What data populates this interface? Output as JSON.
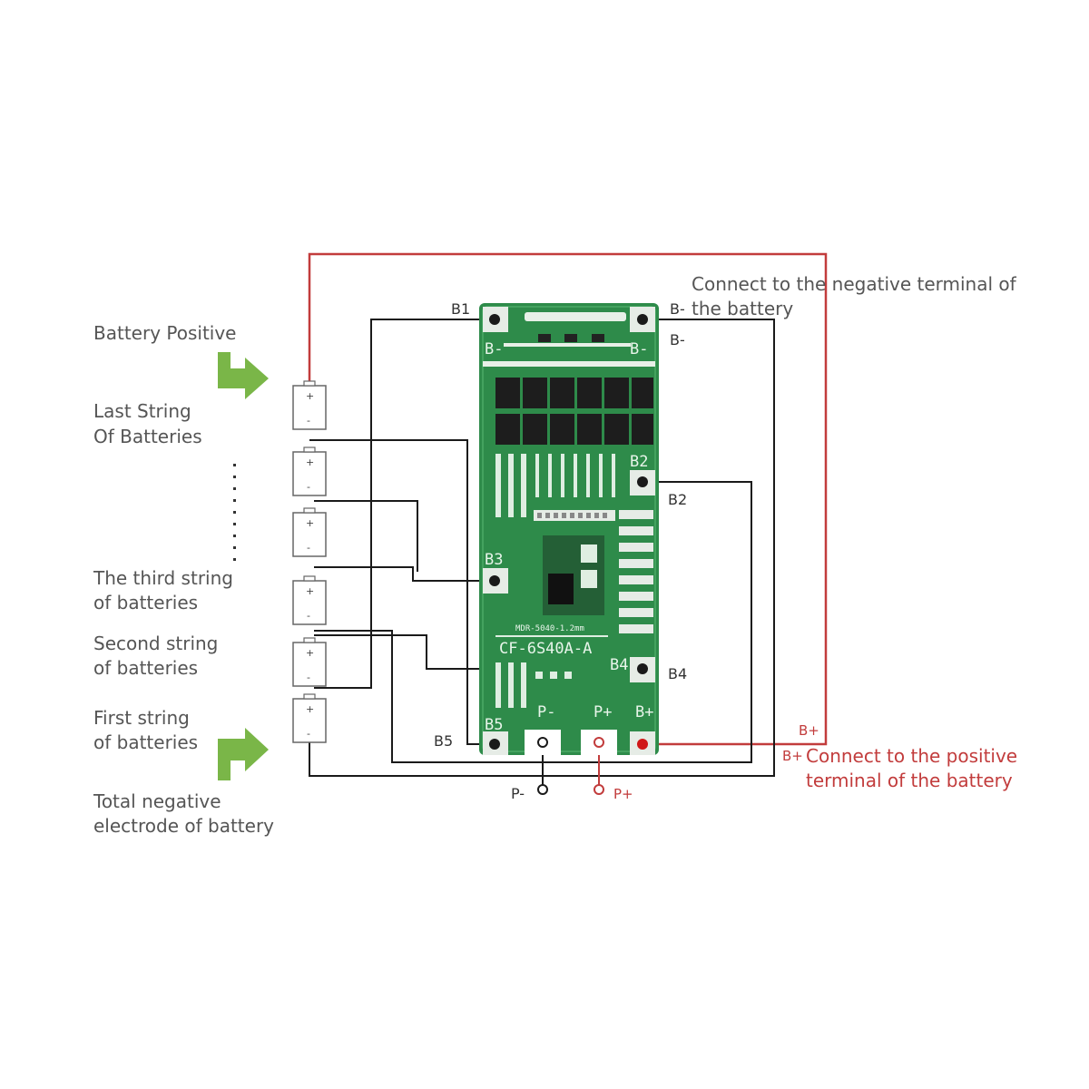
{
  "left_labels": {
    "battery_positive": "Battery Positive",
    "last_string_1": "Last String",
    "last_string_2": "Of Batteries",
    "third_string_1": "The third string",
    "third_string_2": "of batteries",
    "second_string_1": "Second string",
    "second_string_2": "of batteries",
    "first_string_1": "First string",
    "first_string_2": "of batteries",
    "total_negative_1": "Total negative",
    "total_negative_2": "electrode of battery"
  },
  "right_labels": {
    "neg_connect_1": "Connect to the negative terminal of",
    "neg_connect_prefix": "B-",
    "neg_connect_2": "the battery",
    "pos_connect_prefix": "B+",
    "pos_connect_1": "Connect to the positive",
    "pos_connect_2": "terminal of the battery"
  },
  "pad_labels": {
    "b1": "B1",
    "b_minus": "B-",
    "b2": "B2",
    "b3": "B3",
    "b4": "B4",
    "b5": "B5",
    "b_plus": "B+",
    "p_minus": "P-",
    "p_plus": "P+"
  },
  "board": {
    "model": "CF-6S40A-A",
    "small_print": "MDR-5040-1.2mm",
    "silk_b_top": "B-",
    "silk_b2": "B2",
    "silk_b3": "B3",
    "silk_b4": "B4",
    "silk_b5": "B5",
    "silk_p_minus": "P-",
    "silk_p_plus": "P+",
    "silk_b_plus": "B+"
  },
  "cell_signs": {
    "plus": "+",
    "minus": "-"
  },
  "colors": {
    "wire_black": "#1a1a1a",
    "wire_red": "#c23c3c",
    "pcb_green": "#2e8b4a",
    "arrow_green": "#7ab648",
    "text_gray": "#555555"
  }
}
